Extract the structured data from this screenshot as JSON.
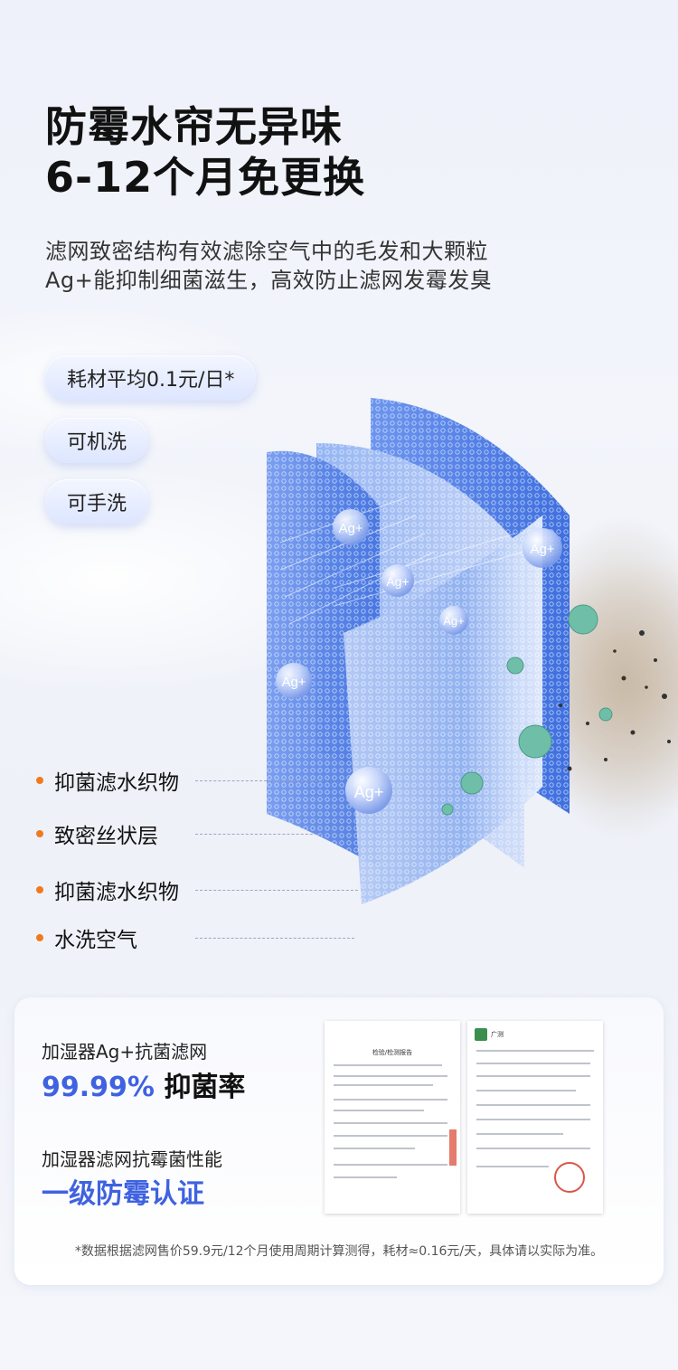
{
  "headline": {
    "line1": "防霉水帘无异味",
    "line2": "6-12个月免更换"
  },
  "subtitle": {
    "line1": "滤网致密结构有效滤除空气中的毛发和大颗粒",
    "line2": "Ag+能抑制细菌滋生，高效防止滤网发霉发臭"
  },
  "pills": [
    {
      "label": "耗材平均0.1元/日*"
    },
    {
      "label": "可机洗"
    },
    {
      "label": "可手洗"
    }
  ],
  "filter_illustration": {
    "ag_badge": "Ag+"
  },
  "layers": [
    {
      "label": "抑菌滤水织物"
    },
    {
      "label": "致密丝状层"
    },
    {
      "label": "抑菌滤水织物"
    },
    {
      "label": "水洗空气"
    }
  ],
  "certification": {
    "item1_caption": "加湿器Ag+抗菌滤网",
    "item1_value": "99.99%",
    "item1_suffix": "抑菌率",
    "item2_caption": "加湿器滤网抗霉菌性能",
    "item2_value": "一级防霉认证",
    "report1_title": "检验/检测报告",
    "report2_brand": "广测",
    "footnote": "*数据根据滤网售价59.9元/12个月使用周期计算测得，耗材≈0.16元/天，具体请以实际为准。"
  },
  "colors": {
    "accent_blue": "#3f62e0",
    "bullet_orange": "#f07a1f",
    "filter_blue": "#4a7de8"
  }
}
